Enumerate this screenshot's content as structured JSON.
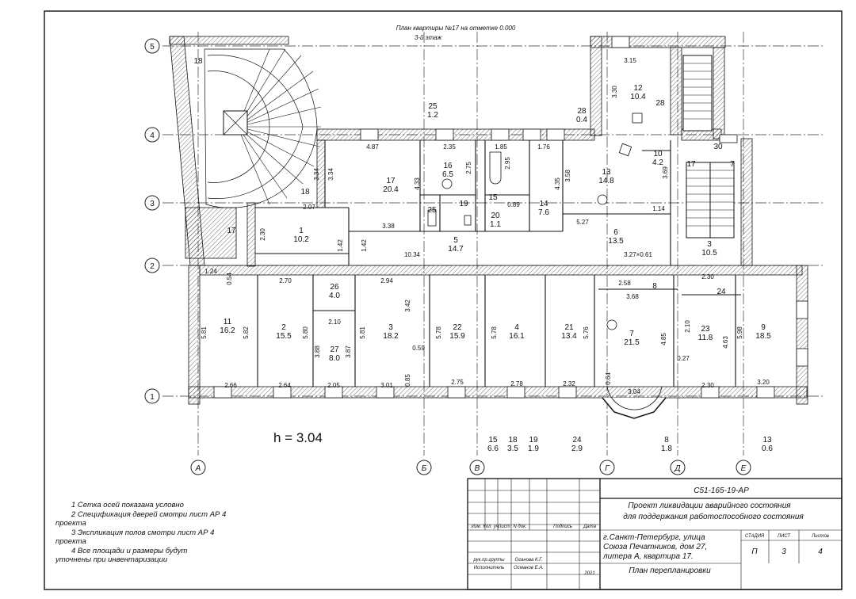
{
  "title": {
    "line1": "План квартиры №17 на отметке 0.000",
    "line2": "3-й этаж"
  },
  "axes": {
    "rows": [
      {
        "id": "row-5",
        "label": "5"
      },
      {
        "id": "row-4",
        "label": "4"
      },
      {
        "id": "row-3",
        "label": "3"
      },
      {
        "id": "row-2",
        "label": "2"
      },
      {
        "id": "row-1",
        "label": "1"
      }
    ],
    "cols": [
      {
        "id": "col-a",
        "label": "А"
      },
      {
        "id": "col-b",
        "label": "Б"
      },
      {
        "id": "col-v",
        "label": "В"
      },
      {
        "id": "col-g",
        "label": "Г"
      },
      {
        "id": "col-d",
        "label": "Д"
      },
      {
        "id": "col-e",
        "label": "Е"
      }
    ]
  },
  "rooms": [
    {
      "num": "18",
      "area": ""
    },
    {
      "num": "25",
      "area": "1.2"
    },
    {
      "num": "28",
      "area": "0.4"
    },
    {
      "num": "12",
      "area": "10.4"
    },
    {
      "num": "17",
      "area": "20.4"
    },
    {
      "num": "16",
      "area": "6.5"
    },
    {
      "num": "14",
      "area": "7.6"
    },
    {
      "num": "13",
      "area": "14.8"
    },
    {
      "num": "10",
      "area": "4.2"
    },
    {
      "num": "1",
      "area": "10.2"
    },
    {
      "num": "5",
      "area": "14.7"
    },
    {
      "num": "6",
      "area": "13.5"
    },
    {
      "num": "3",
      "area": "10.5"
    },
    {
      "num": "20",
      "area": "1.1"
    },
    {
      "num": "26",
      "area": "4.0"
    },
    {
      "num": "27",
      "area": "8.0"
    },
    {
      "num": "11",
      "area": "16.2"
    },
    {
      "num": "2",
      "area": "15.5"
    },
    {
      "num": "3",
      "area": "18.2"
    },
    {
      "num": "22",
      "area": "15.9"
    },
    {
      "num": "4",
      "area": "16.1"
    },
    {
      "num": "21",
      "area": "13.4"
    },
    {
      "num": "7",
      "area": "21.5"
    },
    {
      "num": "23",
      "area": "11.8"
    },
    {
      "num": "9",
      "area": "18.5"
    }
  ],
  "small_labels": [
    "18",
    "19",
    "15",
    "25",
    "17",
    "17",
    "7",
    "30",
    "8",
    "24",
    "28"
  ],
  "dims": [
    "4.87",
    "2.35",
    "1.85",
    "1.76",
    "3.15",
    "3.30",
    "3.34",
    "3.34",
    "4.33",
    "2.75",
    "2.95",
    "4.35",
    "3.58",
    "3.69",
    "2.07",
    "2.30",
    "3.38",
    "1.42",
    "1.42",
    "10.34",
    "5.27",
    "1.14",
    "0.89",
    "3.27×0.61",
    "1.24",
    "0.54",
    "2.70",
    "2.94",
    "3.42",
    "2.58",
    "2.30",
    "3.68",
    "5.81",
    "5.82",
    "5.80",
    "2.10",
    "3.88",
    "3.87",
    "5.81",
    "0.59",
    "5.78",
    "5.78",
    "5.76",
    "4.85",
    "2.10",
    "4.63",
    "5.98",
    "0.27",
    "0.64",
    "2.66",
    "2.64",
    "2.05",
    "3.01",
    "0.85",
    "2.75",
    "2.78",
    "2.32",
    "3.04",
    "2.30",
    "3.20"
  ],
  "below_labels": [
    {
      "num": "15",
      "area": "6.6"
    },
    {
      "num": "18",
      "area": "3.5"
    },
    {
      "num": "19",
      "area": "1.9"
    },
    {
      "num": "24",
      "area": "2.9"
    },
    {
      "num": "8",
      "area": "1.8"
    },
    {
      "num": "13",
      "area": "0.6"
    }
  ],
  "height_label": "h  =  3.04",
  "notes": [
    "1 Сетка осей показана условно",
    "2 Спецификация дверей смотри лист АР 4",
    "проекта",
    "3 Экспликация полов смотри лист АР 4",
    "проекта",
    "4 Все площади и размеры будут",
    "уточнены при инвентаризации"
  ],
  "title_block": {
    "code": "С51-165-19-АР",
    "project": [
      "Проект ликвидации аварийного состояния",
      "для поддержания работоспособного состояния"
    ],
    "address": [
      "г.Санкт-Петербург, улица",
      "Союза Печатников, дом 27,",
      "литера А, квартира 17."
    ],
    "sheet_title": "План перепланировки",
    "header_cols": [
      "Изм.",
      "Кол. уч.",
      "Лист",
      "N док.",
      "Подпись",
      "Дата"
    ],
    "staff": [
      {
        "role": "рук.пр.группы",
        "name": "Оганова К.Г."
      },
      {
        "role": "Исполнитель",
        "name": "Османов Е.А."
      }
    ],
    "year": "2021",
    "stage_labels": [
      "СТАДИЯ",
      "ЛИСТ",
      "Листов"
    ],
    "stage_values": [
      "П",
      "3",
      "4"
    ]
  }
}
